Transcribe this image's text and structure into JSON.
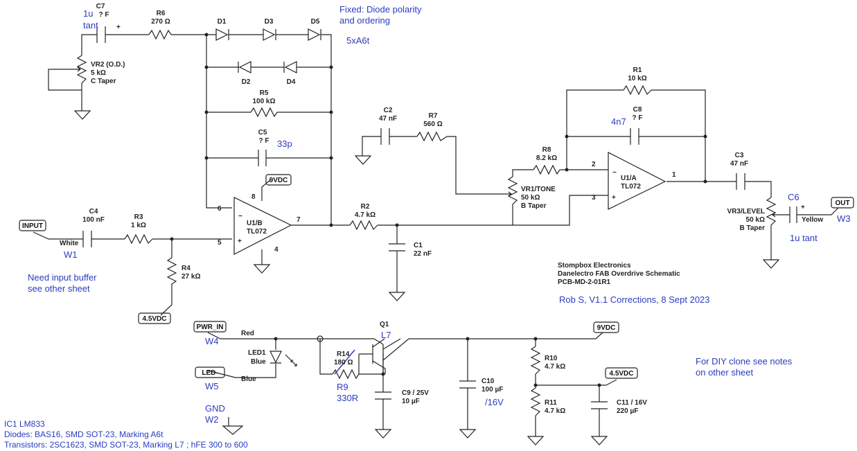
{
  "labels": {
    "c7_ref": "C7",
    "c7_value": "? F",
    "c7_plus": "+",
    "r6_ref": "R6",
    "r6_value": "270 Ω",
    "d1": "D1",
    "d3": "D3",
    "d5": "D5",
    "d2": "D2",
    "d4": "D4",
    "vr2_ref": "VR2 (O.D.)",
    "vr2_value": "5 kΩ",
    "vr2_taper": "C Taper",
    "r5_ref": "R5",
    "r5_value": "100 kΩ",
    "c5_ref": "C5",
    "c5_value": "? F",
    "c4_ref": "C4",
    "c4_value": "100 nF",
    "r3_ref": "R3",
    "r3_value": "1 kΩ",
    "input_wire": "White",
    "r4_ref": "R4",
    "r4_value": "27 kΩ",
    "u1b_pin6": "6",
    "u1b_pin5": "5",
    "u1b_pin8": "8",
    "u1b_pin4": "4",
    "u1b_pin7": "7",
    "u1b_ref": "U1/B",
    "u1b_part": "TL072",
    "r2_ref": "R2",
    "r2_value": "4.7 kΩ",
    "c1_ref": "C1",
    "c1_value": "22 nF",
    "c2_ref": "C2",
    "c2_value": "47 nF",
    "r7_ref": "R7",
    "r7_value": "560 Ω",
    "r8_ref": "R8",
    "r8_value": "8.2 kΩ",
    "vr1_ref": "VR1/TONE",
    "vr1_value": "50 kΩ",
    "vr1_taper": "B Taper",
    "r1_ref": "R1",
    "r1_value": "10 kΩ",
    "c8_ref": "C8",
    "c8_value": "? F",
    "u1a_pin2": "2",
    "u1a_pin3": "3",
    "u1a_pin1": "1",
    "u1a_ref": "U1/A",
    "u1a_part": "TL072",
    "c3_ref": "C3",
    "c3_value": "47 nF",
    "vr3_ref": "VR3/LEVEL",
    "vr3_value": "50 kΩ",
    "vr3_taper": "B Taper",
    "c6_plus": "+",
    "output_wire": "Yellow",
    "q1_ref": "Q1",
    "power_wire": "Red",
    "led1_ref": "LED1",
    "led1_color": "Blue",
    "led_wire": "Blue",
    "r14_ref": "R14",
    "r14_value": "180 Ω",
    "c9_ref": "C9 / 25V",
    "c9_value": "10 µF",
    "c10_ref": "C10",
    "c10_value": "100 µF",
    "r10_ref": "R10",
    "r10_value": "4.7 kΩ",
    "r11_ref": "R11",
    "r11_value": "4.7 kΩ",
    "c11_ref": "C11 / 16V",
    "c11_value": "220 µF"
  },
  "tags": {
    "vdc9": "9VDC",
    "input": "INPUT",
    "vdc45": "4.5VDC",
    "pwr_in": "PWR_IN",
    "led_minus": "LED-",
    "out": "OUT"
  },
  "title_block": {
    "company": "Stompbox Electronics",
    "title": "Danelectro FAB Overdrive Schematic",
    "pcb": "PCB-MD-2-01R1"
  },
  "notes": {
    "c7_value": "1u",
    "c7_type": "tant",
    "fixed_line1": "Fixed: Diode polarity",
    "fixed_line2": "and ordering",
    "diode_count": "5xA6t",
    "c5_value": "33p",
    "c8_value": "4n7",
    "c6_ref": "C6",
    "w3": "W3",
    "c6_value": "1u tant",
    "w1": "W1",
    "buffer_line1": "Need input buffer",
    "buffer_line2": "see other sheet",
    "revision": "Rob S, V1.1 Corrections, 8 Sept 2023",
    "w4": "W4",
    "q1_code": "L7",
    "w5": "W5",
    "r9_ref": "R9",
    "r9_value": "330R",
    "c10_voltage": "/16V",
    "diy_line1": "For DIY clone see notes",
    "diy_line2": "on other sheet",
    "gnd": "GND",
    "w2": "W2",
    "ic_line": "IC1 LM833",
    "diodes_line": "Diodes: BAS16, SMD SOT-23, Marking A6t",
    "transistors_line": "Transistors: 2SC1623, SMD SOT-23, Marking  L7 ; hFE 300 to 600"
  },
  "colors": {
    "ink": "#222222",
    "annotation": "#2b3bbf",
    "background": "#ffffff"
  }
}
